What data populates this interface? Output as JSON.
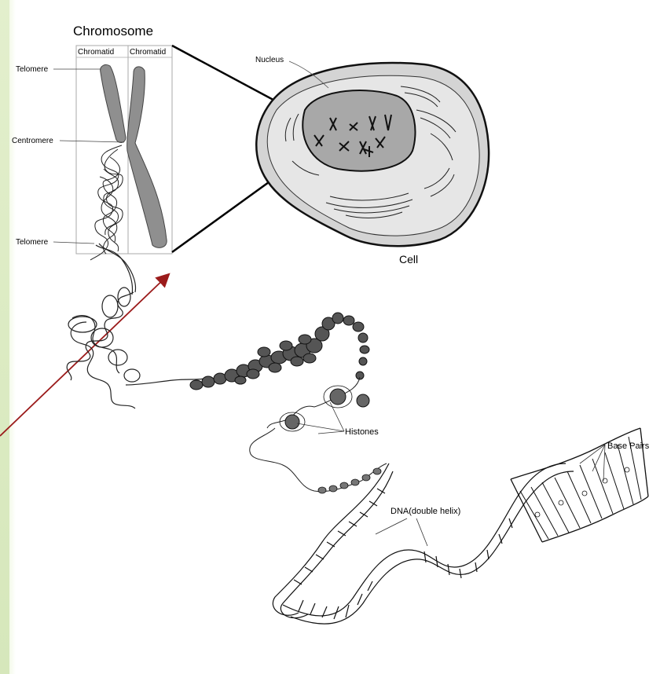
{
  "labels": {
    "chromosome": "Chromosome",
    "chromatid_left": "Chromatid",
    "chromatid_right": "Chromatid",
    "telomere_top": "Telomere",
    "centromere": "Centromere",
    "telomere_bottom": "Telomere",
    "nucleus": "Nucleus",
    "cell": "Cell",
    "histones": "Histones",
    "dna": "DNA(double helix)",
    "base_pairs": "Base Pairs"
  },
  "colors": {
    "arrow": "#9b1b1b",
    "chromosome_fill": "#8f8f8f",
    "cell_fill": "#d4d4d4",
    "nucleus_fill": "#a8a8a8",
    "background_strip": "#dcebc3"
  }
}
